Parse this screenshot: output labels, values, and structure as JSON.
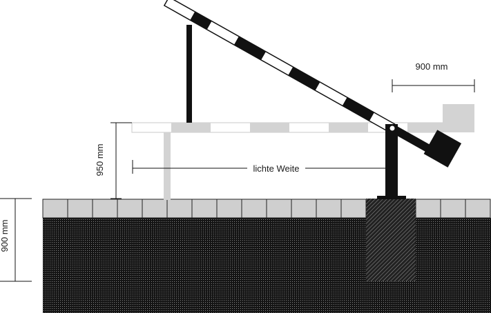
{
  "labels": {
    "lower_width": "900 mm",
    "height_arm": "950 mm",
    "clear_width": "lichte Weite",
    "foundation_depth": "900 mm"
  }
}
